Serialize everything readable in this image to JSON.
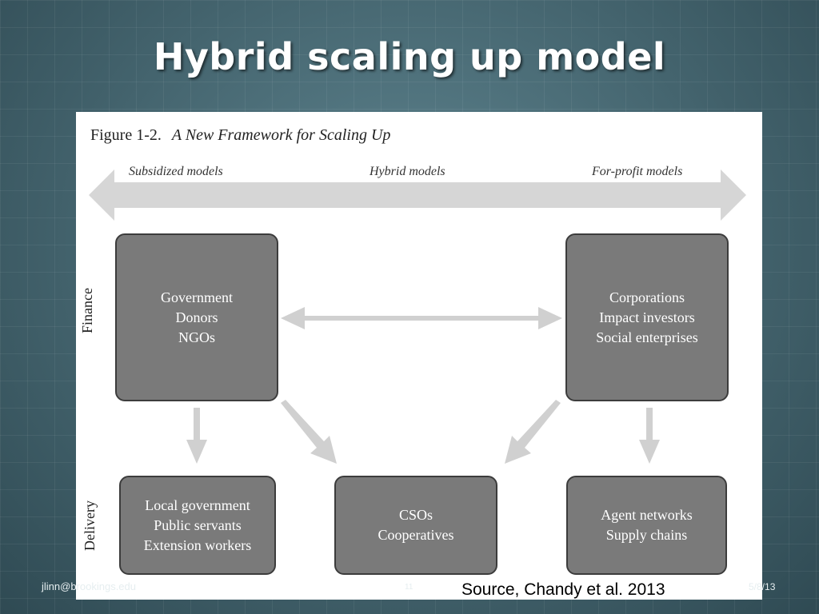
{
  "slide": {
    "title": "Hybrid scaling up model",
    "footer_email": "jlinn@brookings.edu",
    "page_number": "11",
    "date": "5/8/13",
    "source": "Source, Chandy et al. 2013"
  },
  "figure": {
    "caption_label": "Figure 1-2.",
    "caption_title": "A New Framework for Scaling Up",
    "spectrum": {
      "left": "Subsidized models",
      "center": "Hybrid models",
      "right": "For-profit models"
    },
    "rows": {
      "finance": "Finance",
      "delivery": "Delivery"
    },
    "finance_left": [
      "Government",
      "Donors",
      "NGOs"
    ],
    "finance_right": [
      "Corporations",
      "Impact investors",
      "Social enterprises"
    ],
    "delivery_left": [
      "Local government",
      "Public servants",
      "Extension workers"
    ],
    "delivery_center": [
      "CSOs",
      "Cooperatives"
    ],
    "delivery_right": [
      "Agent networks",
      "Supply chains"
    ]
  },
  "colors": {
    "box_fill": "#7a7a7a",
    "arrow_fill": "#d3d3d3",
    "background": "#4f727c"
  }
}
